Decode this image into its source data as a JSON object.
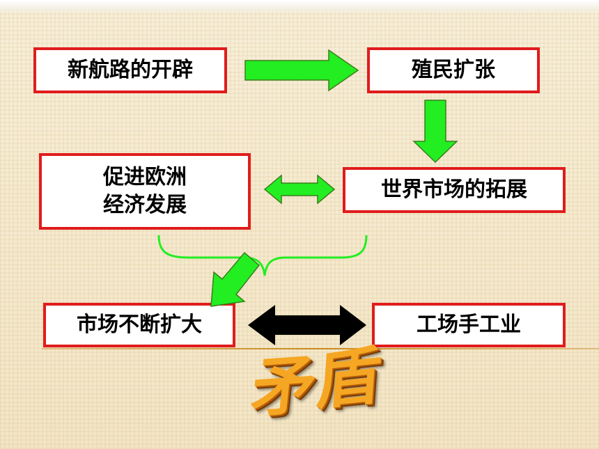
{
  "nodes": {
    "new_routes": "新航路的开辟",
    "colonial_expansion": "殖民扩张",
    "promote_europe": "促进欧洲\n经济发展",
    "world_market": "世界市场的拓展",
    "market_expanding": "市场不断扩大",
    "workshop_handicraft": "工场手工业"
  },
  "contradiction": [
    "矛",
    "盾"
  ],
  "colors": {
    "box_border": "#e01c1c",
    "arrow_green": "#22ee22",
    "arrow_black": "#000000",
    "word_orange": "#f5a623"
  }
}
